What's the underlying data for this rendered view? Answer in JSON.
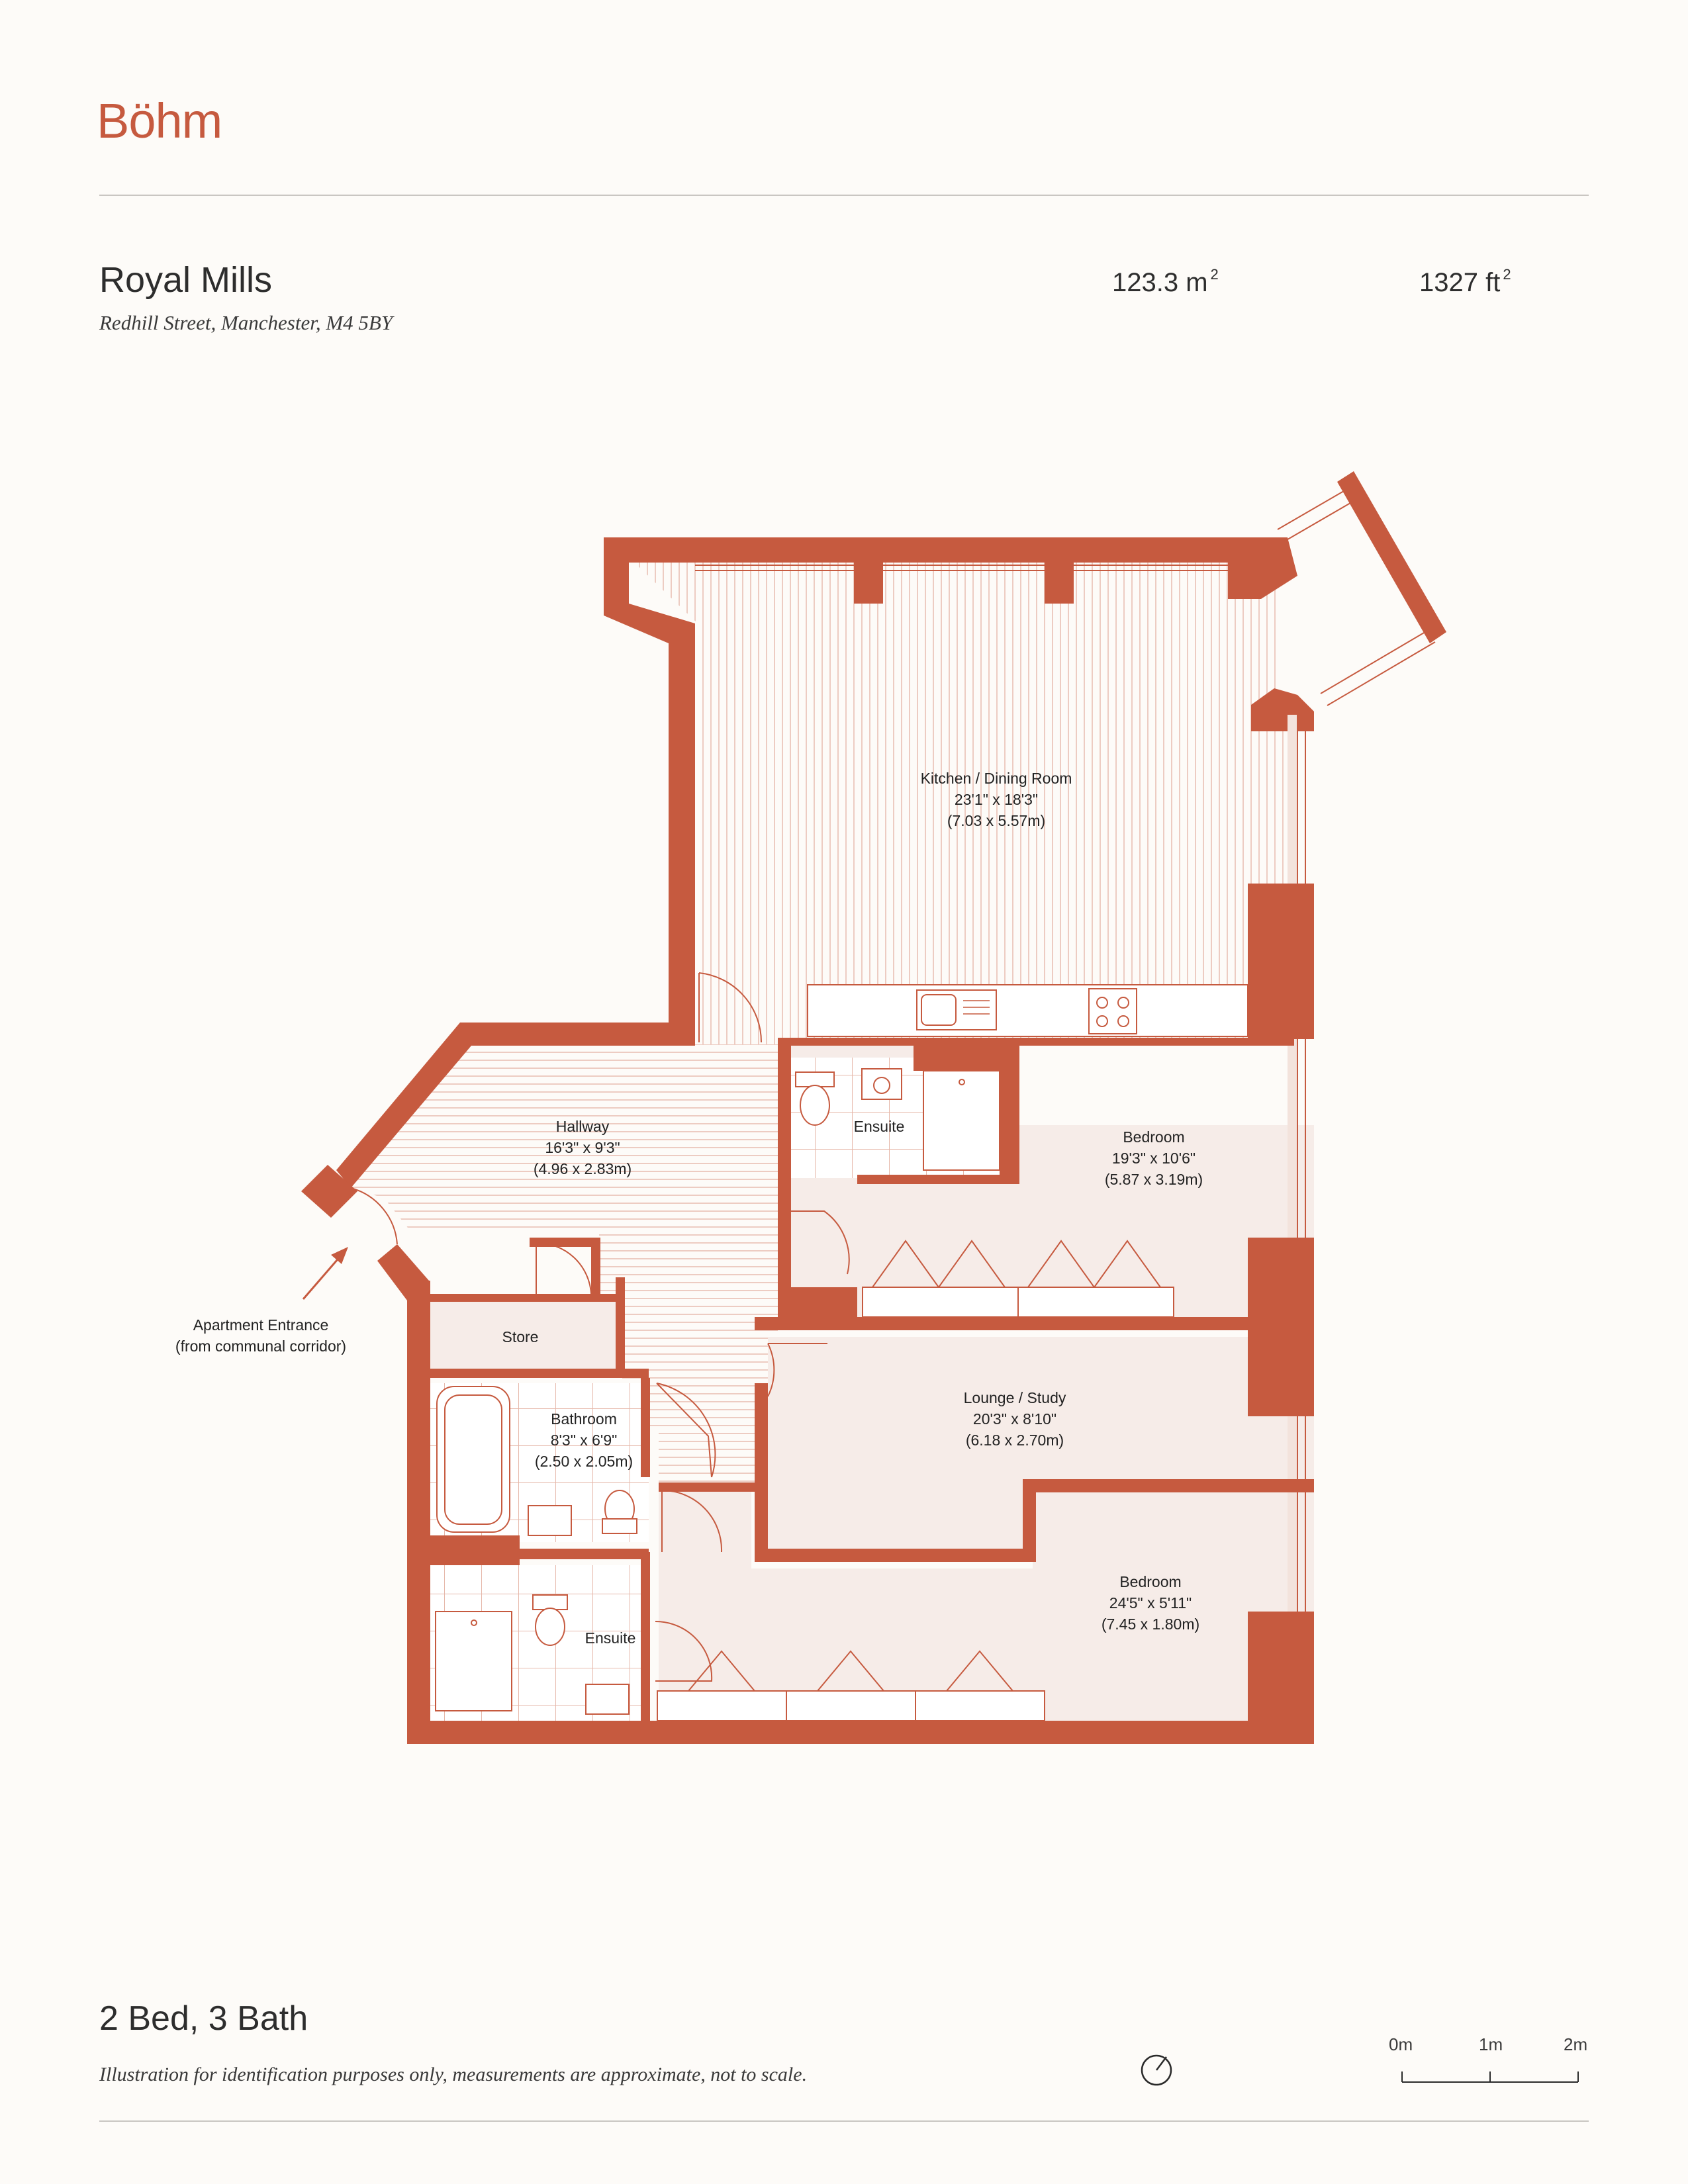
{
  "brand": {
    "logo_text": "Böhm",
    "accent_color": "#c65a3f",
    "room_tint": "#f6ece8"
  },
  "property": {
    "name": "Royal Mills",
    "address": "Redhill Street, Manchester, M4 5BY",
    "area_m2_value": "123.3 m",
    "area_m2_unit_sup": "2",
    "area_ft2_value": "1327 ft",
    "area_ft2_unit_sup": "2",
    "summary": "2 Bed, 3 Bath"
  },
  "rooms": [
    {
      "name": "Kitchen / Dining Room",
      "imperial": "23'1\" x 18'3\"",
      "metric": "(7.03 x 5.57m)"
    },
    {
      "name": "Hallway",
      "imperial": "16'3\" x 9'3\"",
      "metric": "(4.96 x 2.83m)"
    },
    {
      "name": "Ensuite"
    },
    {
      "name": "Bedroom",
      "imperial": "19'3\" x 10'6\"",
      "metric": "(5.87 x 3.19m)"
    },
    {
      "name": "Store"
    },
    {
      "name": "Lounge / Study",
      "imperial": "20'3\" x 8'10\"",
      "metric": "(6.18 x 2.70m)"
    },
    {
      "name": "Bathroom",
      "imperial": "8'3\" x 6'9\"",
      "metric": "(2.50 x 2.05m)"
    },
    {
      "name": "Bedroom",
      "imperial": "24'5\" x 5'11\"",
      "metric": "(7.45 x 1.80m)"
    },
    {
      "name": "Ensuite"
    }
  ],
  "entrance": {
    "line1": "Apartment Entrance",
    "line2": "(from communal corridor)"
  },
  "disclaimer": "Illustration for identification purposes only, measurements are approximate, not to scale.",
  "scale_bar": {
    "labels": [
      "0m",
      "1m",
      "2m"
    ]
  },
  "icons": [
    "compass-icon",
    "sink-icon",
    "hob-icon",
    "toilet-icon",
    "shower-icon",
    "bath-icon",
    "wardrobe-icon"
  ]
}
